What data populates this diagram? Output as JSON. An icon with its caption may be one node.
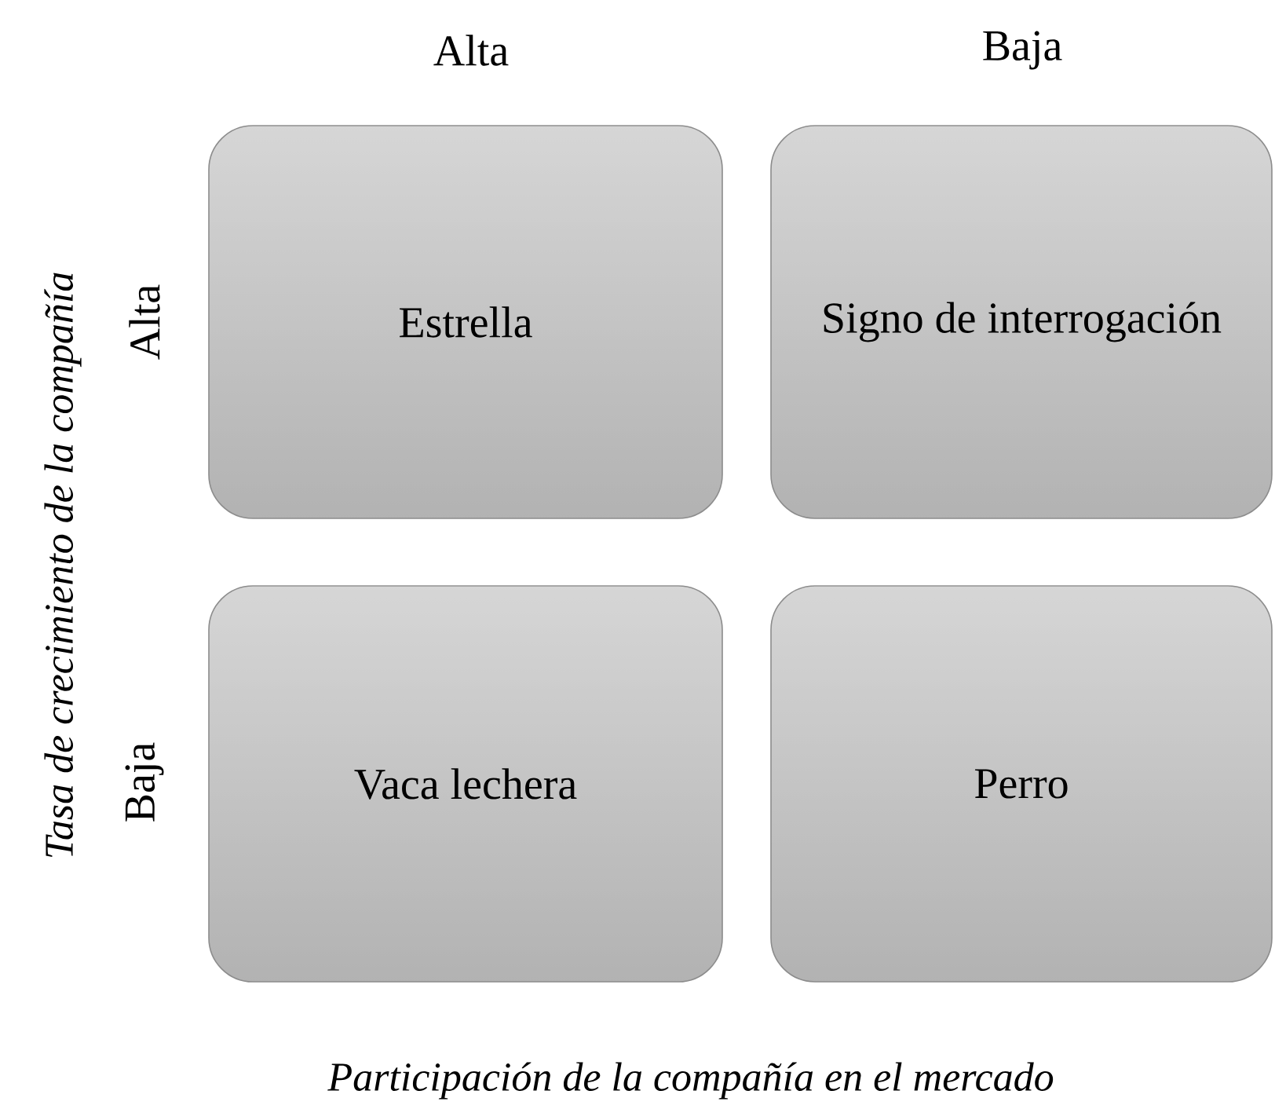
{
  "diagram": {
    "nodes": [
      {
        "text": [
          "Estrella"
        ]
      },
      {
        "text": [
          "Signo de interrogación"
        ]
      },
      {
        "text": [
          "Vaca lechera"
        ]
      },
      {
        "text": [
          "Perro"
        ]
      }
    ],
    "labels": [
      "Alta",
      "Baja",
      "Tasa de crecimiento de la compañía",
      "Alta",
      "Baja",
      "Participación de la compañía en el mercado"
    ]
  }
}
